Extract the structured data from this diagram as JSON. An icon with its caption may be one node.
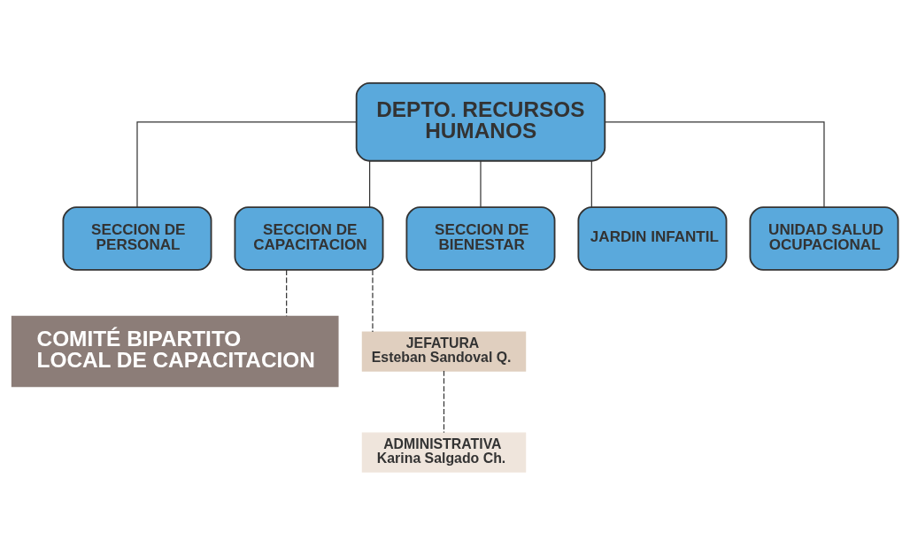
{
  "diagram": {
    "nodes": [
      {
        "text": [
          "DEPTO. RECURSOS HUMANOS"
        ]
      },
      {
        "text": [
          "SECCION DE PERSONAL"
        ]
      },
      {
        "text": [
          "SECCION DE CAPACITACION"
        ]
      },
      {
        "text": [
          "SECCION DE BIENESTAR"
        ]
      },
      {
        "text": [
          "JARDIN INFANTIL"
        ]
      },
      {
        "text": [
          "UNIDAD SALUD OCUPACIONAL"
        ]
      },
      {
        "text": [
          "COMITÉ BIPARTITO LOCAL DE CAPACITACION"
        ]
      },
      {
        "text": [
          "JEFATURA",
          "Esteban Sandoval Q."
        ]
      },
      {
        "text": [
          "ADMINISTRATIVA",
          "Karina Salgado Ch."
        ]
      }
    ],
    "edges": [
      {
        "from": 0,
        "to": 1,
        "arrow": "none"
      },
      {
        "from": 0,
        "to": 2,
        "arrow": "none"
      },
      {
        "from": 0,
        "to": 3,
        "arrow": "none"
      },
      {
        "from": 0,
        "to": 4,
        "arrow": "none"
      },
      {
        "from": 0,
        "to": 5,
        "arrow": "none"
      },
      {
        "from": 2,
        "to": 6,
        "arrow": "none",
        "style": "dashed"
      },
      {
        "from": 2,
        "to": 7,
        "arrow": "none",
        "style": "dashed"
      },
      {
        "from": 7,
        "to": 8,
        "arrow": "none",
        "style": "dashed"
      }
    ]
  }
}
